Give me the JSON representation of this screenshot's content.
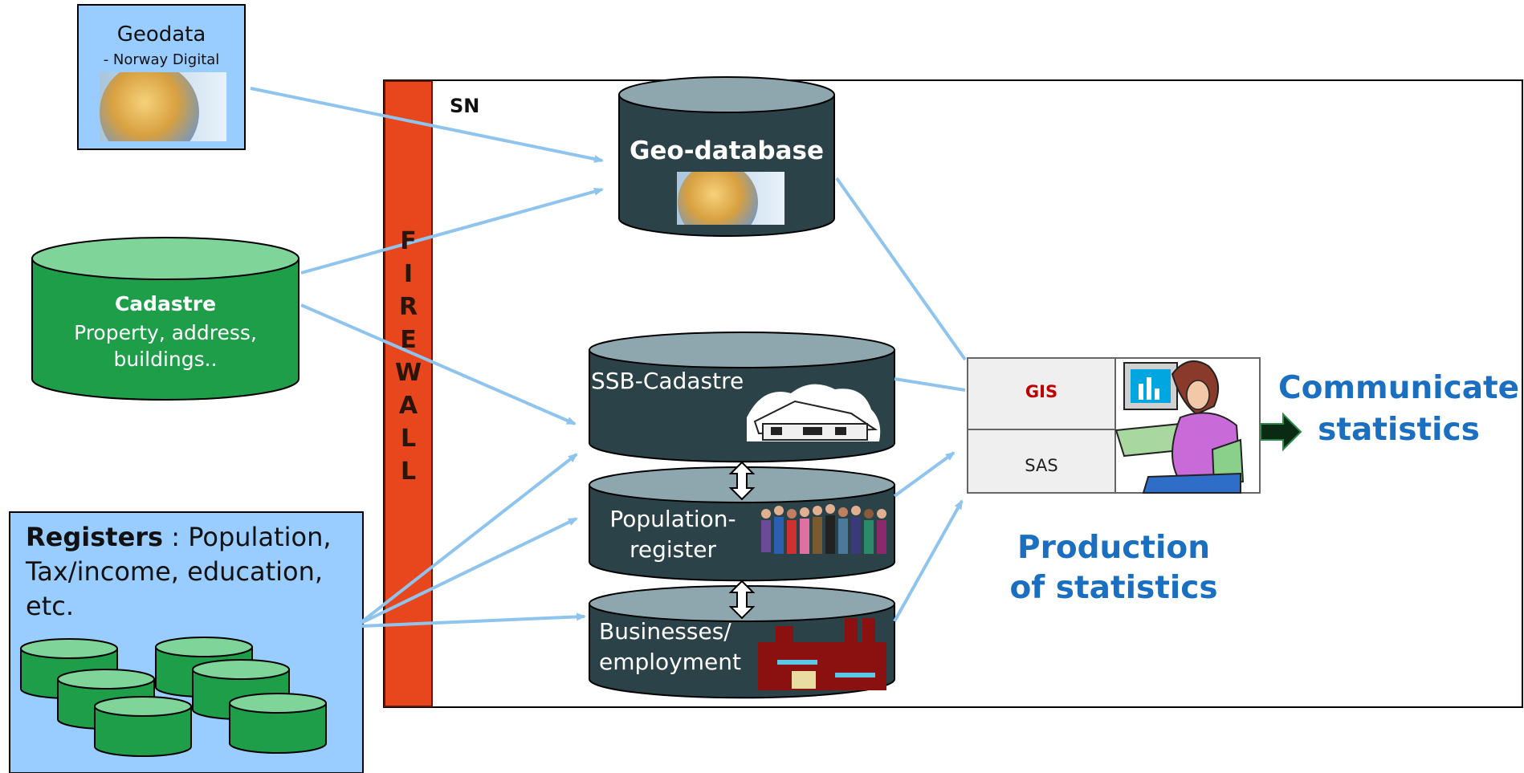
{
  "geodata": {
    "title": "Geodata",
    "subtitle": "- Norway Digital",
    "image_icon": "globe-icon"
  },
  "cadastre_source": {
    "title": "Cadastre",
    "description": "Property, address, buildings.."
  },
  "registers": {
    "title": "Registers",
    "separator": " : ",
    "description": "Population, Tax/income, education, etc.",
    "icon": "database-cylinders-icon"
  },
  "firewall": {
    "letters": [
      "F",
      "I",
      "R",
      "E",
      "W",
      "A",
      "L",
      "L"
    ],
    "color": "#e8461c"
  },
  "sn": {
    "label": "SN"
  },
  "geo_database": {
    "label": "Geo-database",
    "image_icon": "globe-icon"
  },
  "ssb_cadastre": {
    "label": "SSB-Cadastre",
    "icon": "house-icon"
  },
  "population_register": {
    "label_line1": "Population-",
    "label_line2": "register",
    "icon": "people-icon"
  },
  "businesses": {
    "label_line1": "Businesses/",
    "label_line2": "employment",
    "icon": "factory-icon"
  },
  "workstation": {
    "gis_label": "GIS",
    "sas_label": "SAS",
    "icon": "person-at-computer-icon"
  },
  "production": {
    "line1": "Production",
    "line2": "of statistics"
  },
  "communicate": {
    "line1": "Communicate",
    "line2": "statistics",
    "arrow_icon": "arrow-right-icon"
  },
  "colors": {
    "db_dark": "#2b4248",
    "db_green": "#1f9e4a",
    "light_blue": "#99ccff",
    "arrow_blue": "#8ec4ee",
    "accent_blue": "#1a6fc0",
    "gis_red": "#c00000"
  }
}
